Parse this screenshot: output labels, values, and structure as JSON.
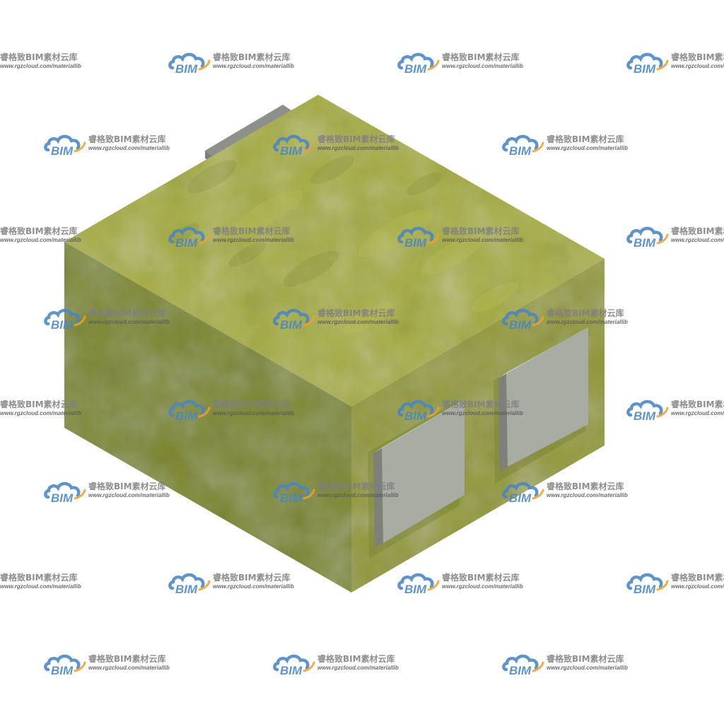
{
  "scene": {
    "subject": "smd-inductor-3d-model",
    "colors": {
      "body_top": "#a7ad43",
      "body_left": "#7f8a31",
      "body_right": "#939a38",
      "texture_light": "#b9be56",
      "texture_dark": "#6f7a2a",
      "pad_face": "#a9aca2",
      "pad_side": "#7e8079",
      "pad_edge": "#c9cbc3",
      "pad_back": "#8e918a",
      "background": "#ffffff"
    },
    "terminal_count": 2
  },
  "watermark": {
    "logo_text": "BIM",
    "brand_name": "睿格致BIM素材云库",
    "url": "www.rgzcloud.com/materiallib",
    "colors": {
      "cloud_blue": "#4a86c4",
      "arc_orange": "#f0a030",
      "text_gray": "#7f7f7f"
    }
  }
}
